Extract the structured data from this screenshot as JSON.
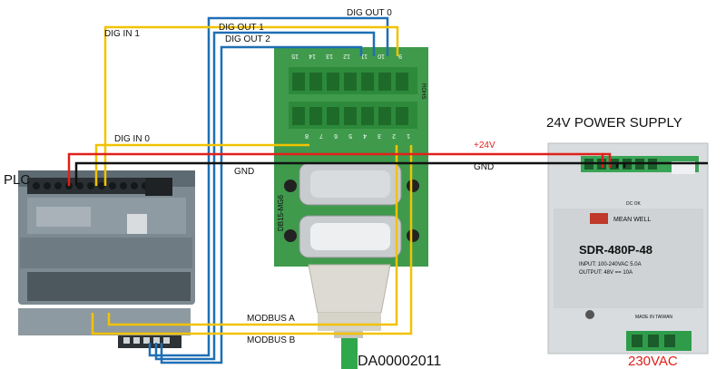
{
  "labels": {
    "plc": "PLC",
    "power_supply_title": "24V POWER SUPPLY",
    "dig_out_0": "DIG OUT 0",
    "dig_out_1": "DIG OUT 1",
    "dig_out_2": "DIG OUT 2",
    "dig_in_1": "DIG IN 1",
    "dig_in_0": "DIG IN 0",
    "gnd_left": "GND",
    "gnd_right": "GND",
    "plus_24v": "+24V",
    "modbus_a": "MODBUS A",
    "modbus_b": "MODBUS B",
    "cable_id": "DA00002011",
    "mains": "230VAC"
  },
  "breakout_board": {
    "model": "DB15-MG6",
    "top_pins": [
      "15",
      "14",
      "13",
      "12",
      "11",
      "10",
      "9"
    ],
    "bottom_pins": [
      "8",
      "7",
      "6",
      "5",
      "4",
      "3",
      "2",
      "1"
    ],
    "side_text": "ROHS"
  },
  "power_supply": {
    "model": "SDR-480P-48",
    "brand": "MEAN WELL",
    "input": "INPUT: 100-240VAC 5.0A",
    "output": "OUTPUT: 48V == 10A",
    "dc_ok": "DC OK",
    "made_in": "MADE IN TAIWAN"
  },
  "colors": {
    "blue_wire": "#1f6fb5",
    "yellow_wire": "#f2c200",
    "red_wire": "#e0201b",
    "black_wire": "#111111",
    "board_green": "#3f9a4c",
    "plus_24v_text": "#e0201b",
    "mains_text": "#e0201b"
  }
}
